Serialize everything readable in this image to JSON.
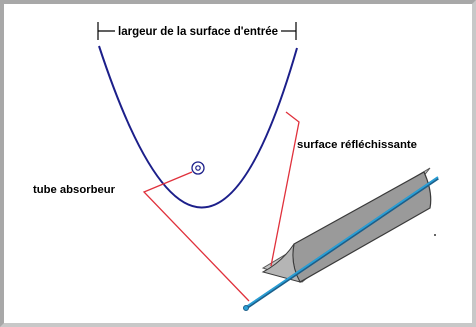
{
  "labels": {
    "entry_width": "largeur de la surface d'entrée",
    "reflective_surface": "surface réfléchissante",
    "absorber_tube": "tube absorbeur"
  },
  "colors": {
    "parabola": "#1c1f8a",
    "leader_lines": "#e0313c",
    "tube": "#2a9fd6",
    "trough_fill": "#9a9a9a",
    "trough_shade": "#c4c4c4",
    "frame_dark": "#a8a8a8",
    "frame_light": "#c8c8c8"
  }
}
